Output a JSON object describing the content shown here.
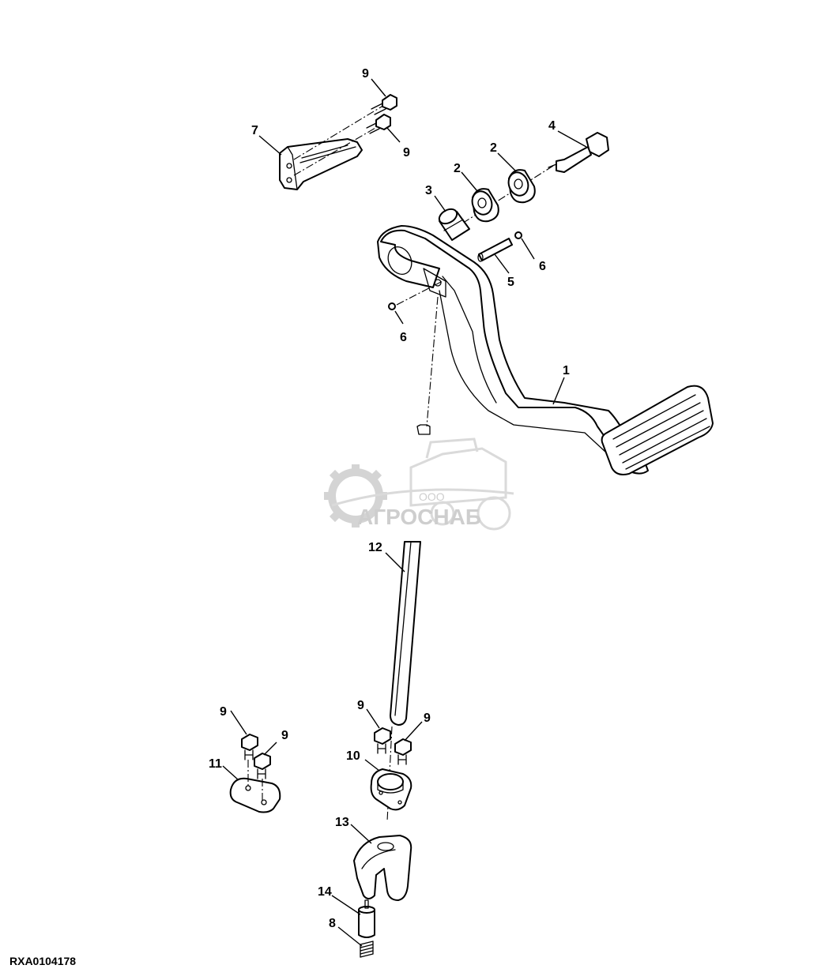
{
  "figure_id": "RXA0104178",
  "watermark": {
    "company_prefix": "ООО",
    "company_name": "АГРОСНАБ"
  },
  "callouts": {
    "c1": "1",
    "c2a": "2",
    "c2b": "2",
    "c3": "3",
    "c4": "4",
    "c5": "5",
    "c6a": "6",
    "c6b": "6",
    "c7": "7",
    "c8": "8",
    "c9a": "9",
    "c9b": "9",
    "c9c": "9",
    "c9d": "9",
    "c9e": "9",
    "c9f": "9",
    "c10": "10",
    "c11": "11",
    "c12": "12",
    "c13": "13",
    "c14": "14"
  }
}
